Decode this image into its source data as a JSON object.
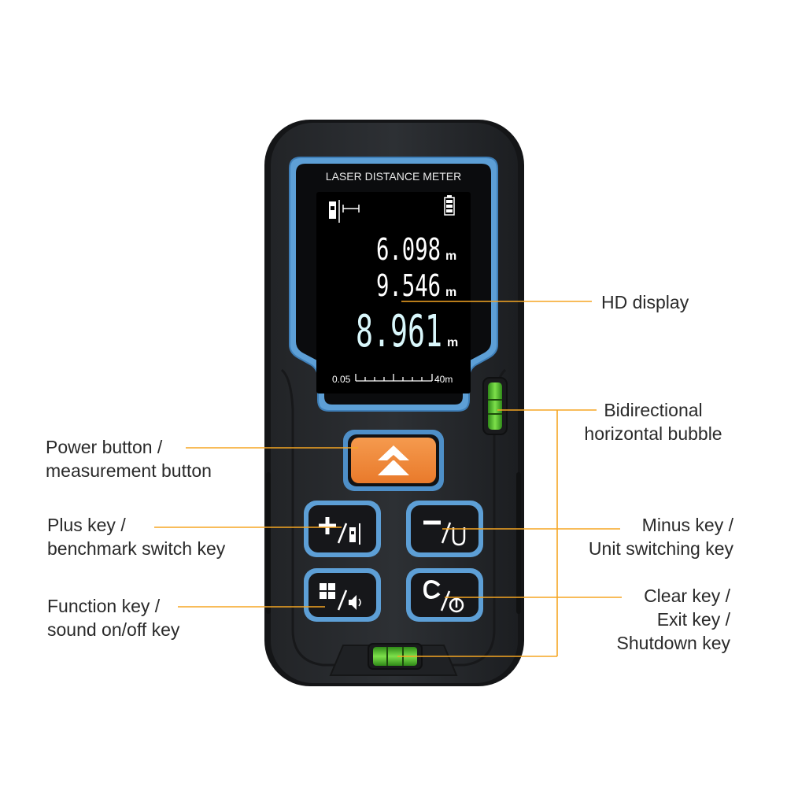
{
  "device": {
    "screen_title": "LASER DISTANCE METER",
    "readings": [
      {
        "value": "6.098",
        "unit": "m"
      },
      {
        "value": "9.546",
        "unit": "m"
      },
      {
        "value": "8.961",
        "unit": "m"
      }
    ],
    "scale_min": "0.05",
    "scale_max": "40m",
    "accent_color": "#f08a3c",
    "frame_color": "#5d9fd6",
    "bubble_color": "#58c22e",
    "lcd_text_color": "#ffffff"
  },
  "callouts": {
    "hd_display": "HD display",
    "bubble": [
      "Bidirectional",
      "horizontal bubble"
    ],
    "power": [
      "Power button /",
      "measurement button"
    ],
    "plus": [
      "Plus key /",
      "benchmark switch key"
    ],
    "minus": [
      "Minus key /",
      "Unit switching key"
    ],
    "function": [
      "Function key /",
      "sound on/off key"
    ],
    "clear": [
      "Clear key /",
      "Exit key /",
      "Shutdown key"
    ]
  },
  "icons": {
    "measure_mode": "distance-mode-icon",
    "battery": "battery-icon",
    "power": "double-chevron-up-icon",
    "plus": "plus-icon",
    "reference": "device-reference-icon",
    "minus": "minus-icon",
    "unit": "unit-u-icon",
    "function": "grid-icon",
    "sound": "speaker-icon",
    "clear": "c-letter-icon",
    "shutdown": "power-icon"
  }
}
